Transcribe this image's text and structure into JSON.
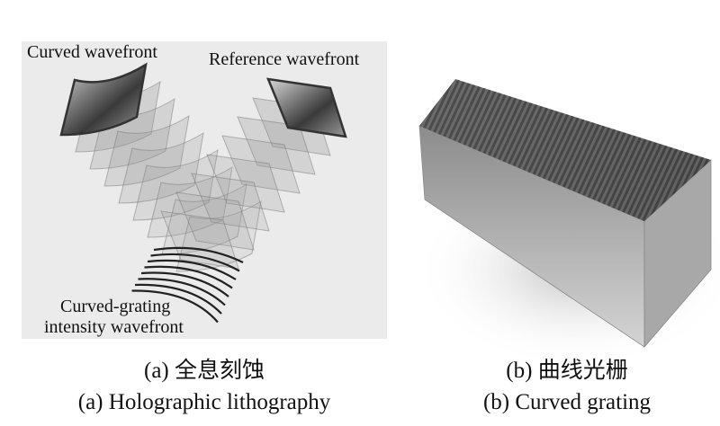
{
  "panel_a": {
    "labels": {
      "curved_wavefront": "Curved wavefront",
      "reference_wavefront": "Reference wavefront",
      "grating_line1": "Curved-grating",
      "grating_line2": "intensity wavefront"
    },
    "caption_cn": "(a) 全息刻蚀",
    "caption_en": "(a) Holographic lithography"
  },
  "panel_b": {
    "caption_cn": "(b) 曲线光栅",
    "caption_en": "(b) Curved grating"
  }
}
